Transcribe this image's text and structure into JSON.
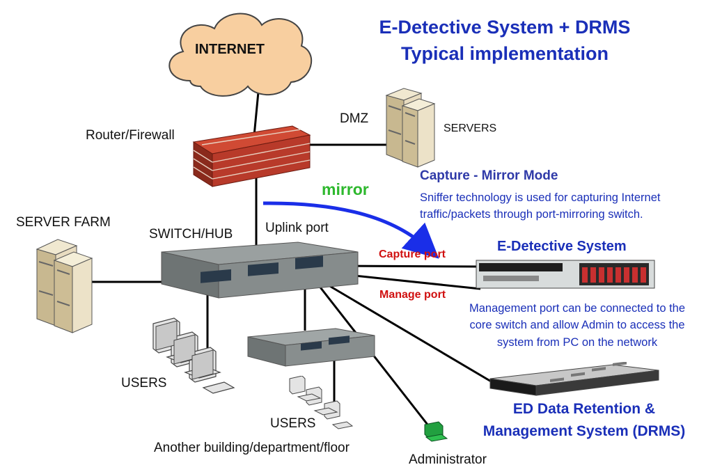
{
  "title": {
    "line1": "E-Detective System + DRMS",
    "line2": "Typical implementation"
  },
  "labels": {
    "internet": "INTERNET",
    "router_firewall": "Router/Firewall",
    "dmz": "DMZ",
    "servers": "SERVERS",
    "server_farm": "SERVER FARM",
    "switch_hub": "SWITCH/HUB",
    "uplink_port": "Uplink port",
    "mirror": "mirror",
    "capture_port": "Capture port",
    "manage_port": "Manage port",
    "users_left": "USERS",
    "users_bottom": "USERS",
    "another_building": "Another building/department/floor",
    "administrator": "Administrator"
  },
  "capture_mode": {
    "heading": "Capture - Mirror Mode",
    "line1": "Sniffer technology is used for capturing Internet",
    "line2": "traffic/packets through port-mirroring switch."
  },
  "edetective": {
    "heading": "E-Detective System",
    "note_line1": "Management port can be connected to the",
    "note_line2": "core switch and allow Admin to access the",
    "note_line3": "system from  PC on the network"
  },
  "drms": {
    "line1": "ED Data Retention &",
    "line2": "Management System (DRMS)"
  },
  "colors": {
    "title_blue": "#1a2fb8",
    "mirror_green": "#2db82d",
    "port_red": "#d01010",
    "cloud_fill": "#f8cfa0",
    "brick": "#b83a2a",
    "admin_green": "#22a040"
  }
}
